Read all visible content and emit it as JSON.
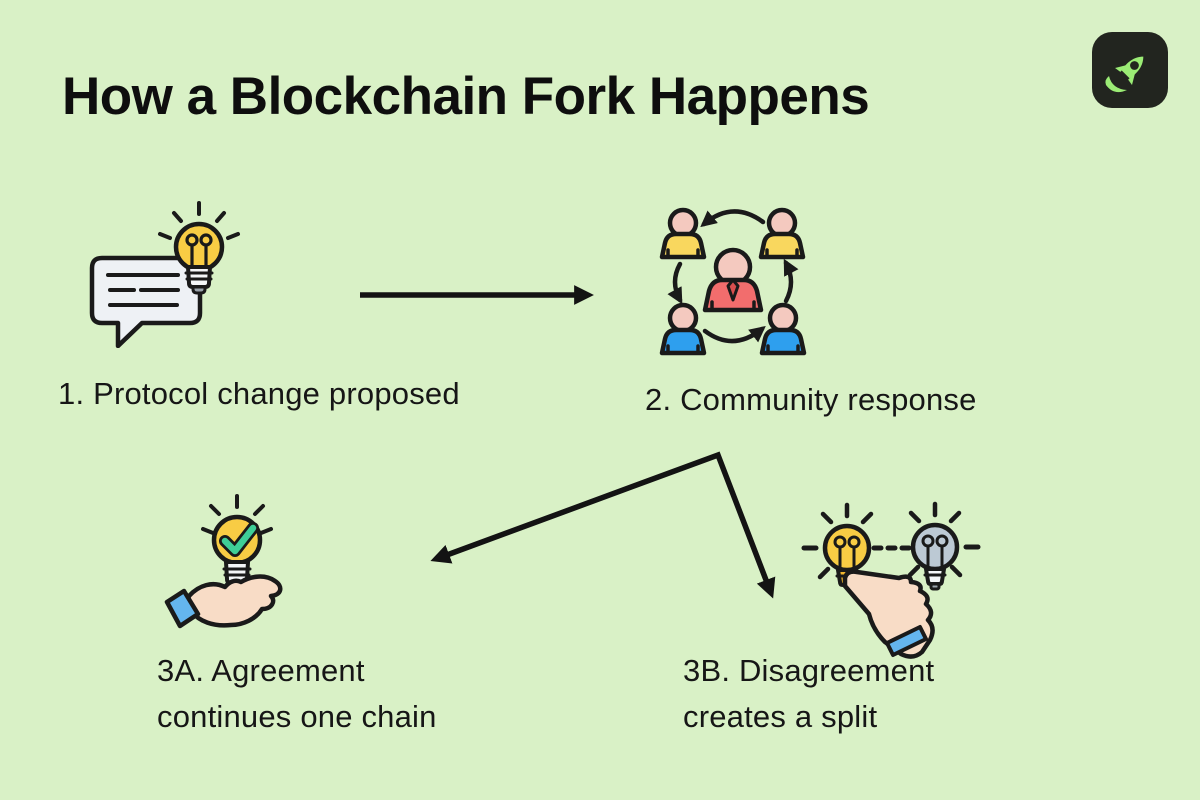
{
  "title": "How a Blockchain Fork Happens",
  "logo": {
    "icon": "rocket-icon"
  },
  "steps": [
    {
      "id": "1",
      "label": "1. Protocol change proposed",
      "icon": "speech-bubble-lightbulb-icon"
    },
    {
      "id": "2",
      "label": "2. Community response",
      "icon": "community-discussion-icon"
    },
    {
      "id": "3A",
      "label_line1": "3A. Agreement",
      "label_line2": "continues one chain",
      "icon": "hand-holding-approved-idea-icon"
    },
    {
      "id": "3B",
      "label_line1": "3B. Disagreement",
      "label_line2": "creates a split",
      "icon": "hand-choosing-idea-icon"
    }
  ],
  "arrows": [
    {
      "from": "1",
      "to": "2"
    },
    {
      "from": "2",
      "to": "3A"
    },
    {
      "from": "2",
      "to": "3B"
    }
  ],
  "colors": {
    "background": "#d9f1c6",
    "ink": "#141414",
    "outline": "#1a1a1a",
    "bulb_yellow": "#f8cc44",
    "bulb_gray": "#bcc9d4",
    "bulb_base_white": "#f4f6f8",
    "bulb_base_yellow": "#f1b62e",
    "bulb_tip_gray": "#9aa3ab",
    "bubble_fill": "#eef1f5",
    "face_pink": "#f4c9bf",
    "shirt_yellow": "#f9d75e",
    "shirt_blue": "#2e9fee",
    "shirt_red": "#f26d6d",
    "tie_red": "#d94f4f",
    "check_green": "#3fce97",
    "skin": "#f8dcc6",
    "cuff_blue": "#64b5ee",
    "logo_bg": "#22251f",
    "logo_green": "#9bec75"
  }
}
